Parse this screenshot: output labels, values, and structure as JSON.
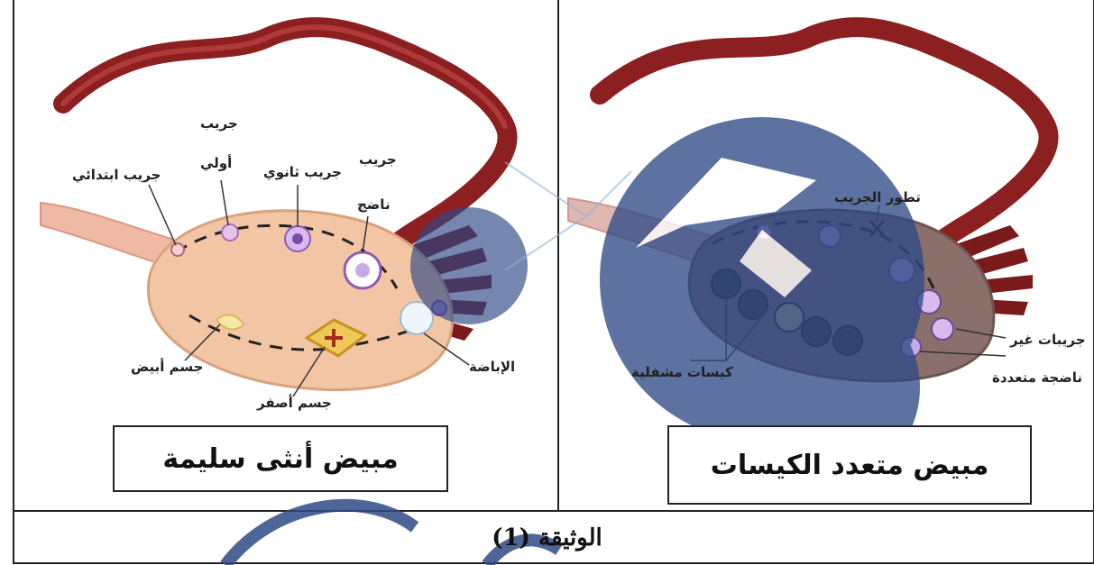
{
  "left_panel": {
    "title": "مبيض أنثى سليمة",
    "labels": {
      "primordial": "جريب ابتدائي",
      "primary_1": "جريب",
      "primary_2": "أولي",
      "secondary": "جريب ثانوي",
      "mature_1": "جريب",
      "mature_2": "ناضج",
      "white_body": "جسم أبيض",
      "yellow_body": "جسم أصفر",
      "ovulation": "الإباضة"
    }
  },
  "right_panel": {
    "title": "مبيض متعدد الكيسات",
    "labels": {
      "follicle_development": "تطور الجريب",
      "multiple_immature_1": "جريبات غير",
      "multiple_immature_2": "ناضجة متعددة",
      "cysts": "كيسات مشفلية"
    }
  },
  "document_caption": "الوثيقة (1)",
  "colors": {
    "ovary": "#f2c6a4",
    "ovary_cyst": "#8a6f6b",
    "tube": "#8c1f20",
    "watermark": "#2f4a86",
    "cyst": "#3b3230",
    "follicle": "#c9a9e6"
  }
}
